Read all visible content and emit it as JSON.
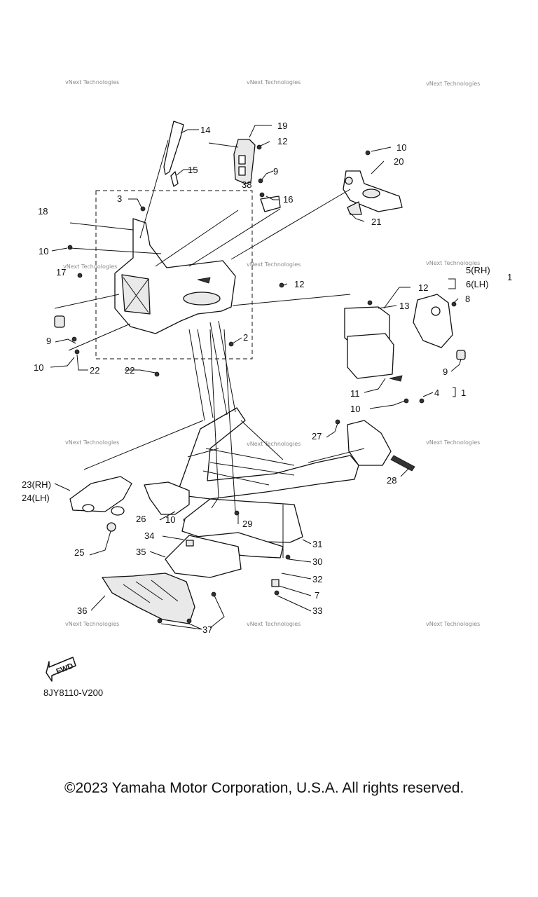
{
  "diagram_code": "8JY8110-V200",
  "copyright": "©2023 Yamaha Motor Corporation, U.S.A. All rights reserved.",
  "watermark": "vNext Technologies",
  "fwd_label": "FWD",
  "callouts": [
    "1",
    "2",
    "3",
    "4",
    "5(RH)",
    "6(LH)",
    "7",
    "8",
    "9",
    "10",
    "11",
    "12",
    "13",
    "14",
    "15",
    "16",
    "17",
    "18",
    "19",
    "20",
    "21",
    "22",
    "23(RH)",
    "24(LH)",
    "25",
    "26",
    "27",
    "28",
    "29",
    "30",
    "31",
    "32",
    "33",
    "34",
    "35",
    "36",
    "37",
    "38"
  ]
}
